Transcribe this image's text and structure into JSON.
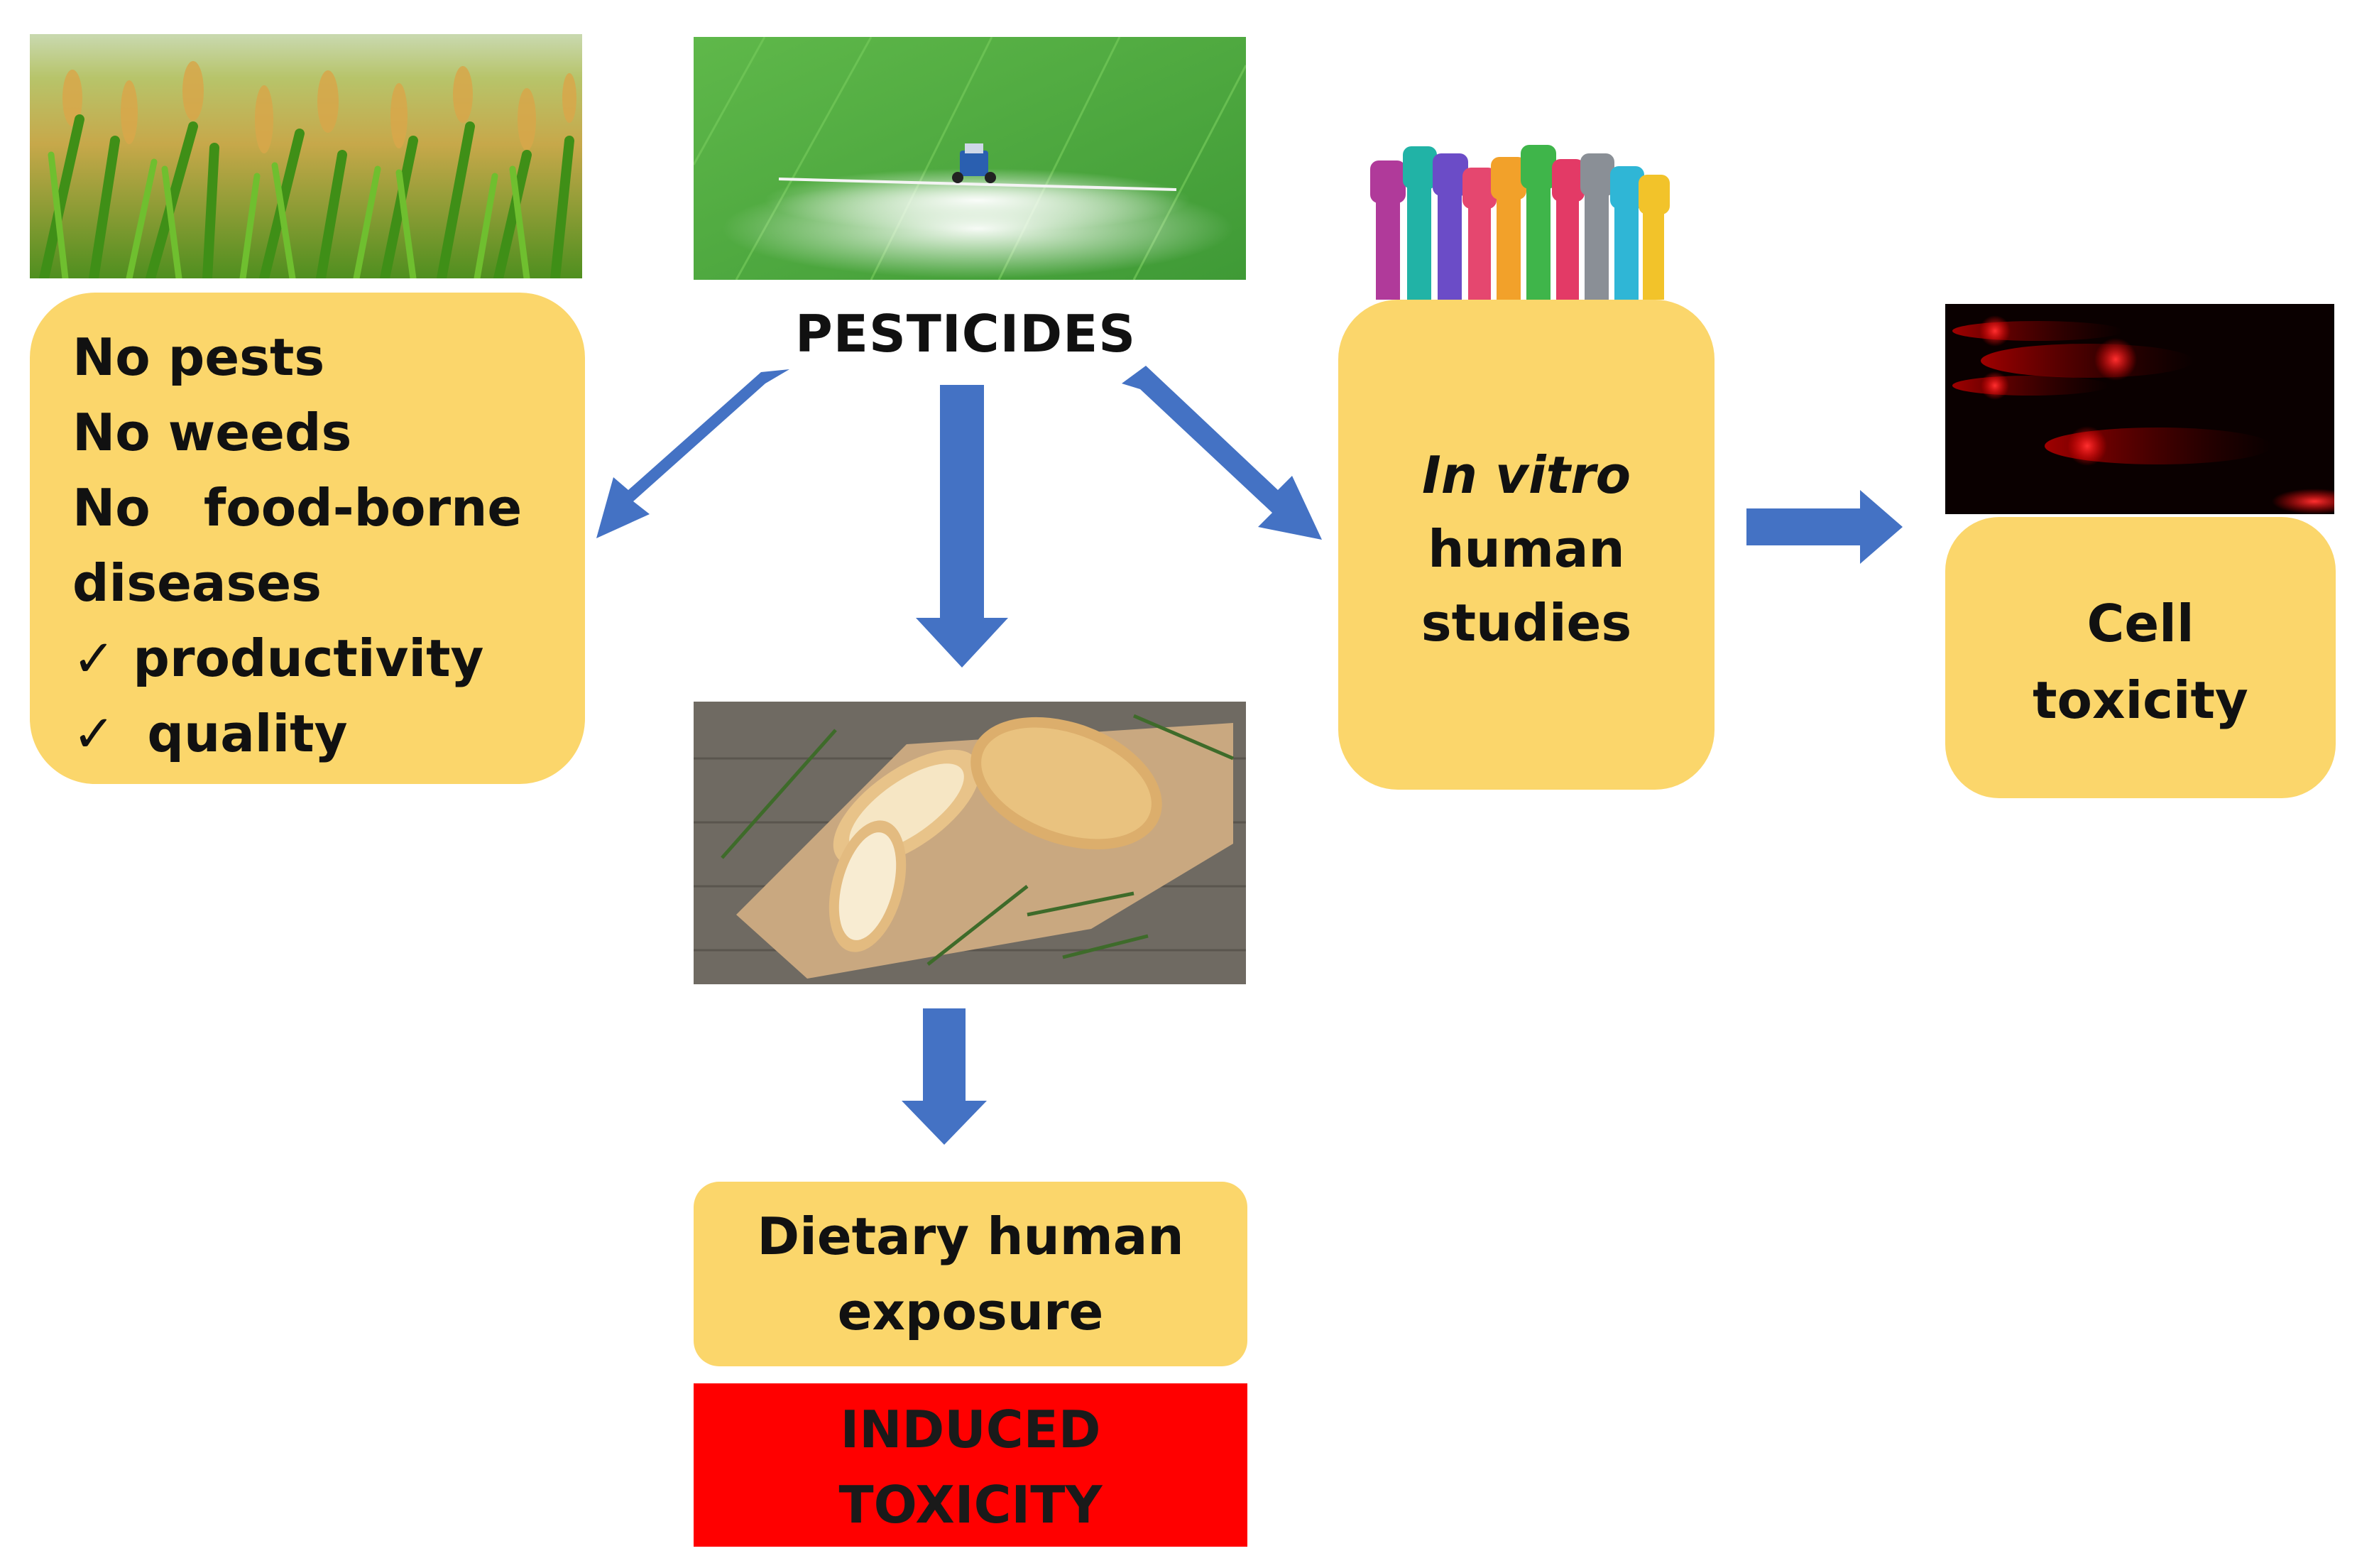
{
  "pesticides_label": "PESTICIDES",
  "benefits_box": {
    "lines": [
      "No pests",
      "No weeds",
      "No   food-borne",
      "diseases"
    ],
    "check_mark": "✓",
    "check_items": [
      "productivity",
      "quality"
    ]
  },
  "invitro_box": {
    "italic": "In vitro",
    "line2": "human",
    "line3": "studies"
  },
  "cell_box": {
    "line1": "Cell",
    "line2": "toxicity"
  },
  "dietary_box": {
    "line1": "Dietary human",
    "line2": "exposure"
  },
  "induced_box": {
    "line1": "INDUCED",
    "line2": "TOXICITY"
  },
  "colors": {
    "box_yellow": "#FBD66B",
    "arrow_blue": "#4472C4",
    "alert_red": "#FF0000"
  }
}
